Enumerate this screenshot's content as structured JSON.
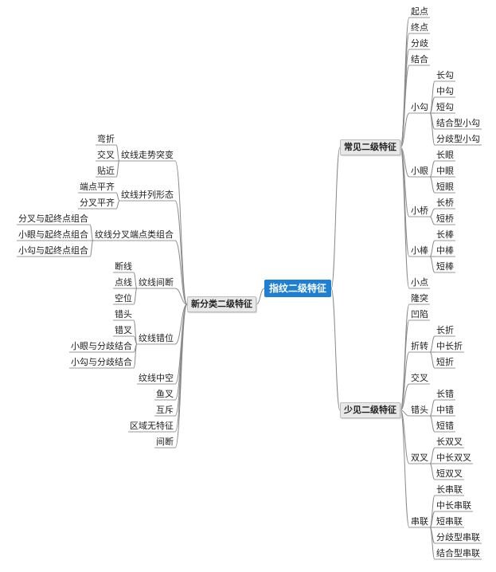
{
  "root": "指纹二级特征",
  "right": [
    {
      "label": "常见二级特征",
      "children": [
        {
          "label": "起点"
        },
        {
          "label": "终点"
        },
        {
          "label": "分歧"
        },
        {
          "label": "结合"
        },
        {
          "label": "小勾",
          "children": [
            {
              "label": "长勾"
            },
            {
              "label": "中勾"
            },
            {
              "label": "短勾"
            },
            {
              "label": "结合型小勾"
            },
            {
              "label": "分歧型小勾"
            }
          ]
        },
        {
          "label": "小眼",
          "children": [
            {
              "label": "长眼"
            },
            {
              "label": "中眼"
            },
            {
              "label": "短眼"
            }
          ]
        },
        {
          "label": "小桥",
          "children": [
            {
              "label": "长桥"
            },
            {
              "label": "短桥"
            }
          ]
        },
        {
          "label": "小棒",
          "children": [
            {
              "label": "长棒"
            },
            {
              "label": "中棒"
            },
            {
              "label": "短棒"
            }
          ]
        },
        {
          "label": "小点"
        }
      ]
    },
    {
      "label": "少见二级特征",
      "children": [
        {
          "label": "隆突"
        },
        {
          "label": "凹陷"
        },
        {
          "label": "折转",
          "children": [
            {
              "label": "长折"
            },
            {
              "label": "中长折"
            },
            {
              "label": "短折"
            }
          ]
        },
        {
          "label": "交叉"
        },
        {
          "label": "错头",
          "children": [
            {
              "label": "长错"
            },
            {
              "label": "中错"
            },
            {
              "label": "短错"
            }
          ]
        },
        {
          "label": "双叉",
          "children": [
            {
              "label": "长双叉"
            },
            {
              "label": "中长双叉"
            },
            {
              "label": "短双叉"
            }
          ]
        },
        {
          "label": "串联",
          "children": [
            {
              "label": "长串联"
            },
            {
              "label": "中长串联"
            },
            {
              "label": "短串联"
            },
            {
              "label": "分歧型串联"
            },
            {
              "label": "结合型串联"
            }
          ]
        }
      ]
    }
  ],
  "left": [
    {
      "label": "新分类二级特征",
      "children": [
        {
          "label": "纹线走势突变",
          "children": [
            {
              "label": "弯折"
            },
            {
              "label": "交叉"
            },
            {
              "label": "贴近"
            }
          ]
        },
        {
          "label": "纹线并列形态",
          "children": [
            {
              "label": "端点平齐"
            },
            {
              "label": "分叉平齐"
            }
          ]
        },
        {
          "label": "纹线分叉端点类组合",
          "children": [
            {
              "label": "分叉与起终点组合"
            },
            {
              "label": "小眼与起终点组合"
            },
            {
              "label": "小勾与起终点组合"
            }
          ]
        },
        {
          "label": "纹线间断",
          "children": [
            {
              "label": "断线"
            },
            {
              "label": "点线"
            },
            {
              "label": "空位"
            }
          ]
        },
        {
          "label": "纹线错位",
          "children": [
            {
              "label": "错头"
            },
            {
              "label": "错叉"
            },
            {
              "label": "小眼与分歧结合"
            },
            {
              "label": "小勾与分歧结合"
            }
          ]
        },
        {
          "label": "纹线中空"
        },
        {
          "label": "鱼叉"
        },
        {
          "label": "互斥"
        },
        {
          "label": "区域无特征"
        },
        {
          "label": "间断"
        }
      ]
    }
  ]
}
